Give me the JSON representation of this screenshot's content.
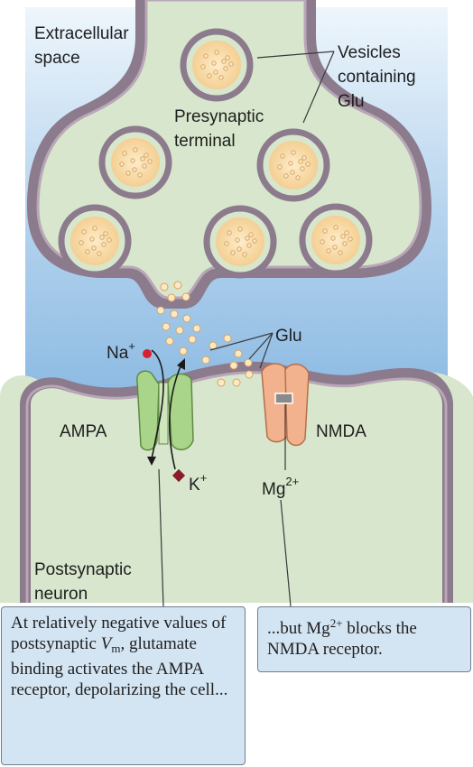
{
  "labels": {
    "extracellular_line1": "Extracellular",
    "extracellular_line2": "space",
    "vesicles_line1": "Vesicles",
    "vesicles_line2": "containing",
    "vesicles_line3": "Glu",
    "presynaptic_line1": "Presynaptic",
    "presynaptic_line2": "terminal",
    "glu": "Glu",
    "na_base": "Na",
    "na_sup": "+",
    "k_base": "K",
    "k_sup": "+",
    "ampa": "AMPA",
    "nmda": "NMDA",
    "mg_base": "Mg",
    "mg_sup": "2+",
    "postsynaptic_line1": "Postsynaptic",
    "postsynaptic_line2": "neuron"
  },
  "callouts": {
    "ampa": {
      "part1": "At relatively negative values of postsynaptic ",
      "v": "V",
      "v_sub": "m",
      "part2": ", glutamate binding activates the AMPA receptor, depolarizing the cell..."
    },
    "nmda": {
      "part1": "...but Mg",
      "sup": "2+",
      "part2": " blocks the NMDA receptor."
    }
  },
  "colors": {
    "extracellular_top": "#e8f3fb",
    "extracellular_bottom": "#5f9fd6",
    "cytoplasm": "#d7e6cc",
    "membrane": "#8c7a8d",
    "vesicle_fill": "#f7d7a0",
    "ampa_receptor": "#a9d58a",
    "nmda_receptor": "#f2b28e",
    "na_ion": "#d8202f",
    "k_ion": "#8a1c2a",
    "mg_block": "#8a8a8a",
    "callout_fill": "#d3e4f2"
  }
}
